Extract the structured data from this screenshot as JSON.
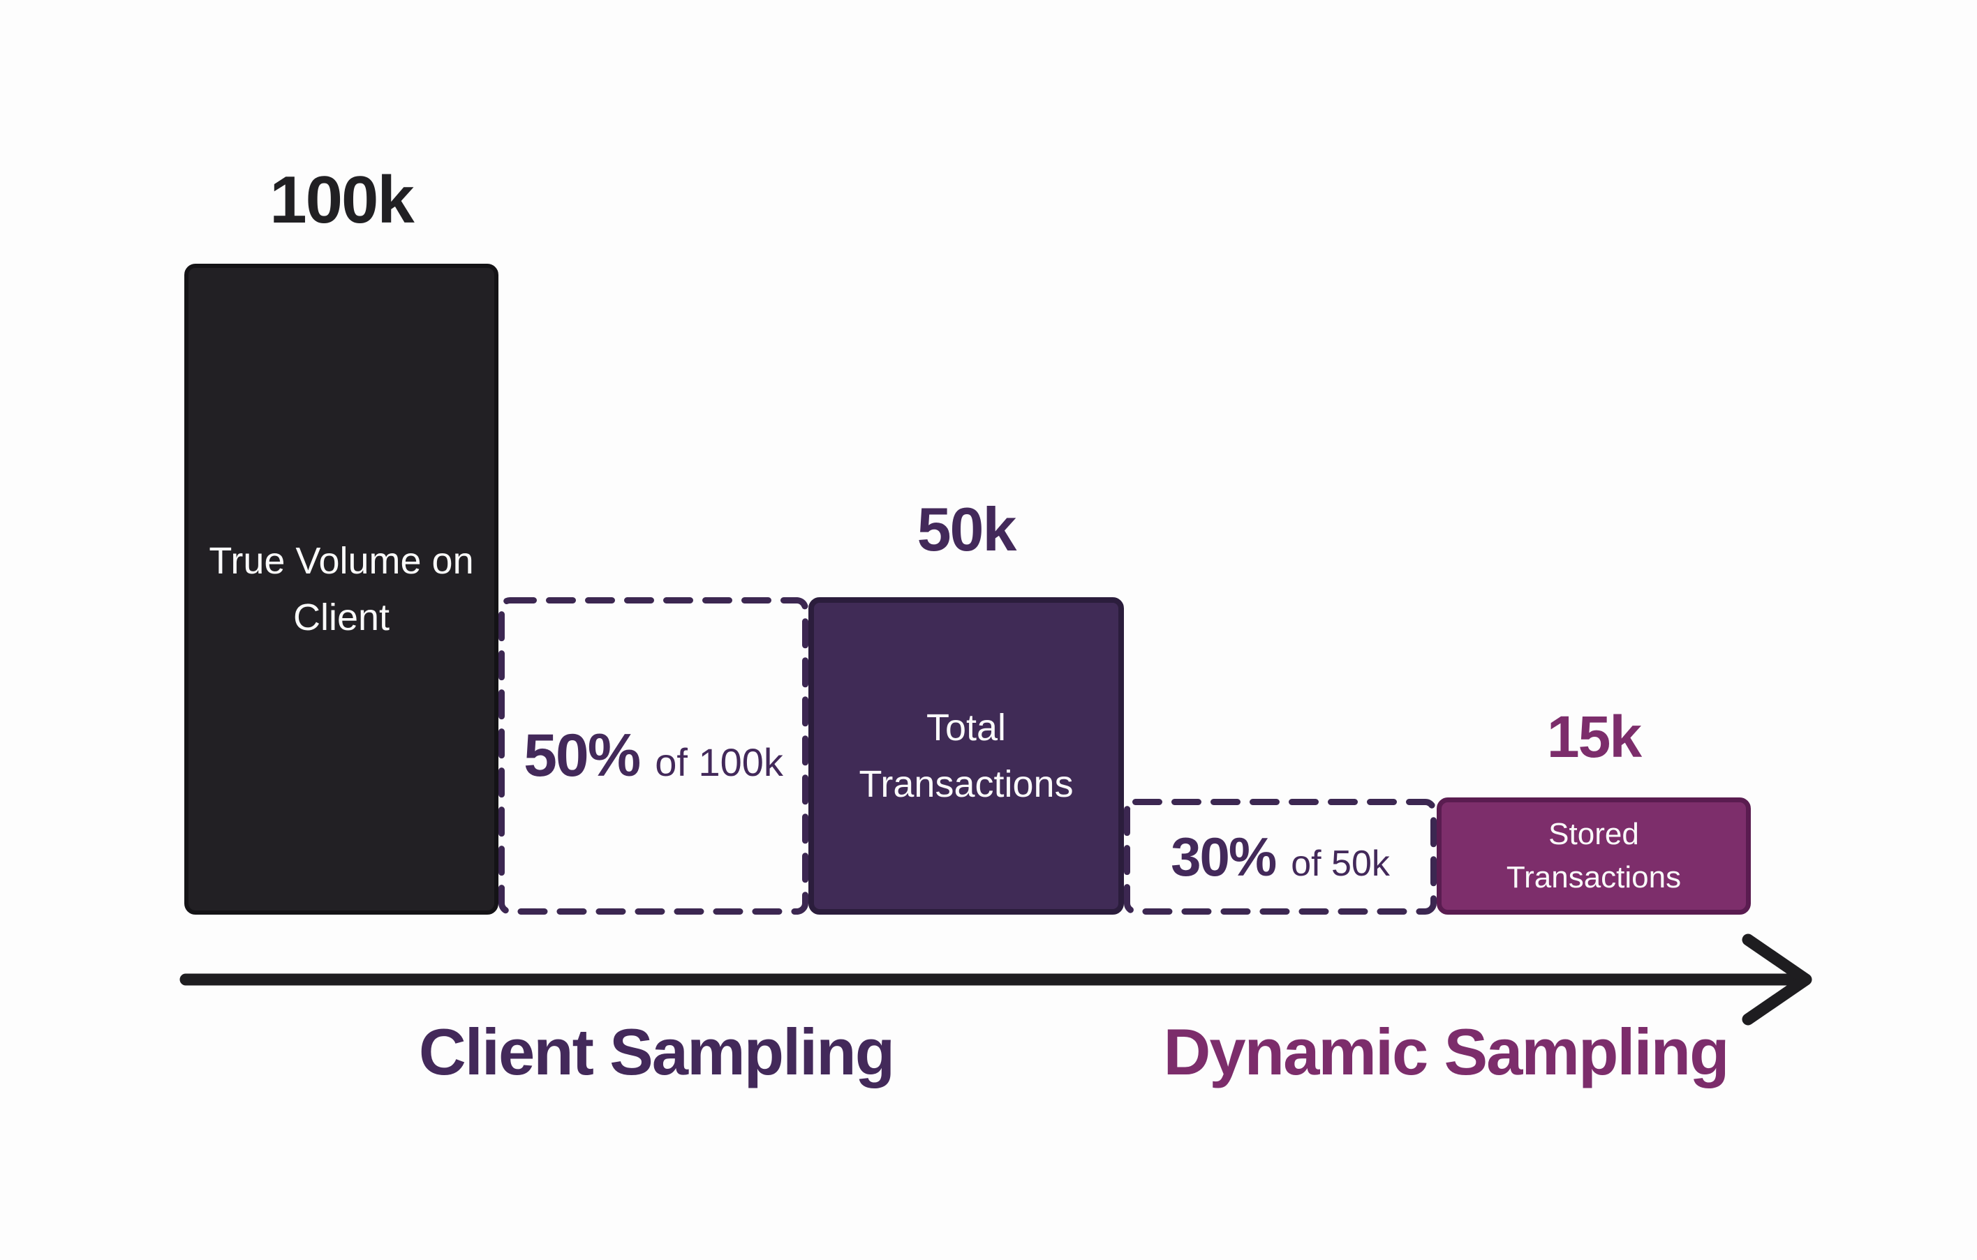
{
  "funnel": {
    "start": {
      "value_label": "100k",
      "bar_label": "True Volume on Client"
    },
    "client_sampling": {
      "rate_percent": "50%",
      "rate_suffix": "of 100k",
      "result_value": "50k",
      "result_label": "Total Transactions",
      "axis_label": "Client Sampling"
    },
    "dynamic_sampling": {
      "rate_percent": "30%",
      "rate_suffix": "of 50k",
      "result_value": "15k",
      "result_label": "Stored Transactions",
      "axis_label": "Dynamic Sampling"
    }
  },
  "colors": {
    "background": "#fdfdfd",
    "bar1_fill": "#222024",
    "bar1_border": "#141316",
    "bar2_fill": "#402b56",
    "bar2_border": "#2b1d3c",
    "bar3_fill": "#7d2e6b",
    "bar3_border": "#5a1c50",
    "dashed_border": "#3c2751",
    "arrow": "#1e1d20",
    "text_dark": "#212023",
    "text_purple": "#43295a",
    "text_magenta": "#7c2d6b"
  }
}
